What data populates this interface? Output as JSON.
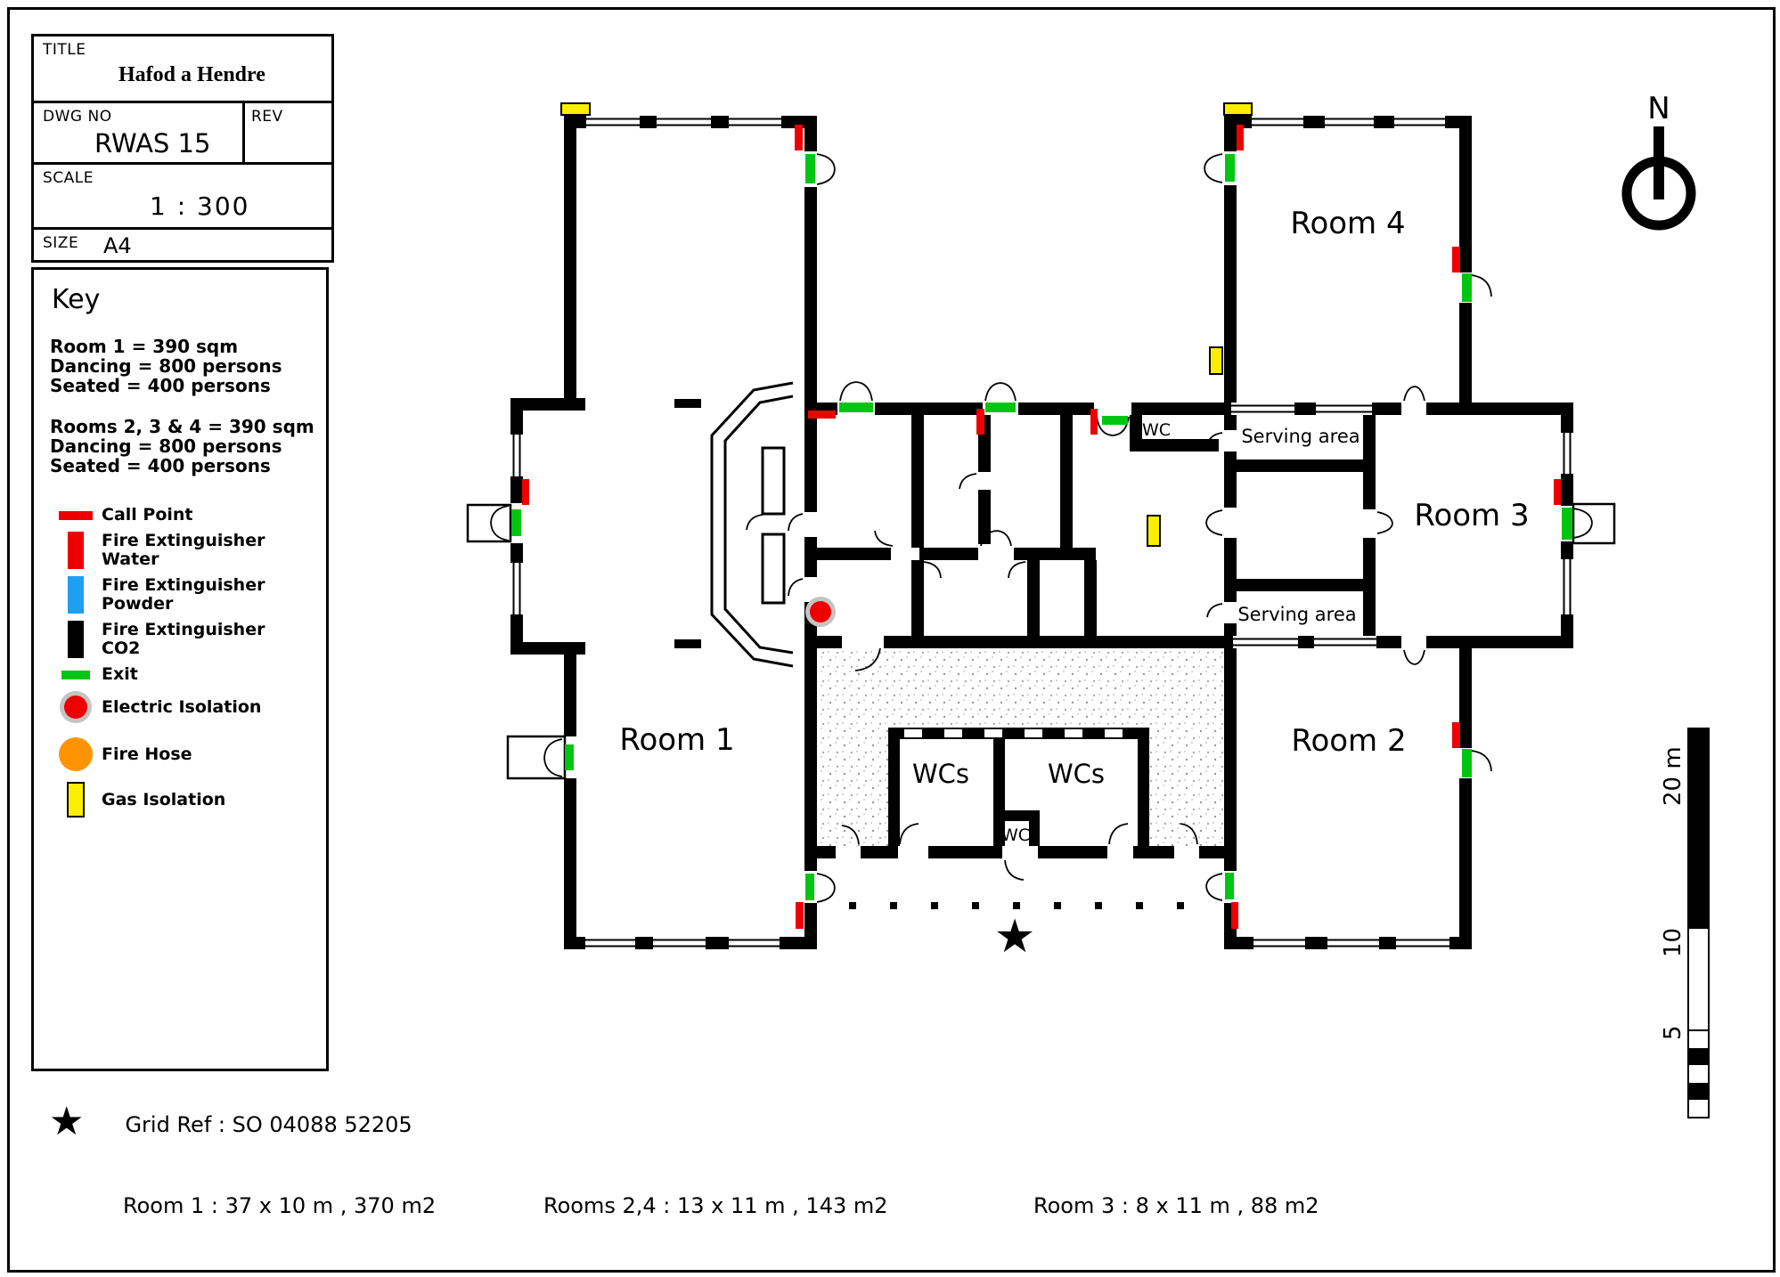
{
  "colors": {
    "red": "#ee0000",
    "green": "#00c613",
    "blue": "#1e9ff2",
    "yellow": "#fcee00",
    "orange": "#ff9400",
    "silver": "#c4c4c4"
  },
  "title_block": {
    "title_label": "TITLE",
    "title_value": "Hafod a Hendre",
    "dwg_label": "DWG NO",
    "dwg_value": "RWAS 15",
    "rev_label": "REV",
    "scale_label": "SCALE",
    "scale_value": "1 : 300",
    "size_label": "SIZE",
    "size_value": "A4"
  },
  "key": {
    "heading": "Key",
    "note1_line1": "Room 1 = 390 sqm",
    "note1_line2": "Dancing = 800 persons",
    "note1_line3": "Seated = 400 persons",
    "note2_line1": "Rooms 2, 3 & 4 = 390 sqm",
    "note2_line2": "Dancing = 800 persons",
    "note2_line3": "Seated = 400 persons",
    "items": [
      {
        "id": "call-point",
        "label1": "Call Point",
        "label2": ""
      },
      {
        "id": "fire-extinguisher-water",
        "label1": "Fire Extinguisher",
        "label2": "Water"
      },
      {
        "id": "fire-extinguisher-powder",
        "label1": "Fire Extinguisher",
        "label2": "Powder"
      },
      {
        "id": "fire-extinguisher-co2",
        "label1": "Fire Extinguisher",
        "label2": "CO2"
      },
      {
        "id": "exit",
        "label1": "Exit",
        "label2": ""
      },
      {
        "id": "electric-isolation",
        "label1": "Electric Isolation",
        "label2": ""
      },
      {
        "id": "fire-hose",
        "label1": "Fire Hose",
        "label2": ""
      },
      {
        "id": "gas-isolation",
        "label1": "Gas Isolation",
        "label2": ""
      }
    ]
  },
  "plan": {
    "room1": "Room 1",
    "room2": "Room 2",
    "room3": "Room 3",
    "room4": "Room 4",
    "serving_area_top": "Serving area",
    "serving_area_bottom": "Serving area",
    "wcs_left": "WCs",
    "wcs_right": "WCs",
    "wc_inner": "WC",
    "wc_top": "WC"
  },
  "north": {
    "label": "N"
  },
  "scale_bar": {
    "label_20": "20 m",
    "label_10": "10",
    "label_5": "5"
  },
  "grid_ref": {
    "star": "★",
    "text": "Grid Ref : SO 04088 52205"
  },
  "dimensions": {
    "room1": "Room 1 :  37 x 10 m , 370 m2",
    "rooms24": "Rooms  2,4 :  13 x 11 m , 143 m2",
    "room3": "Room 3 :  8 x 11 m , 88 m2"
  }
}
